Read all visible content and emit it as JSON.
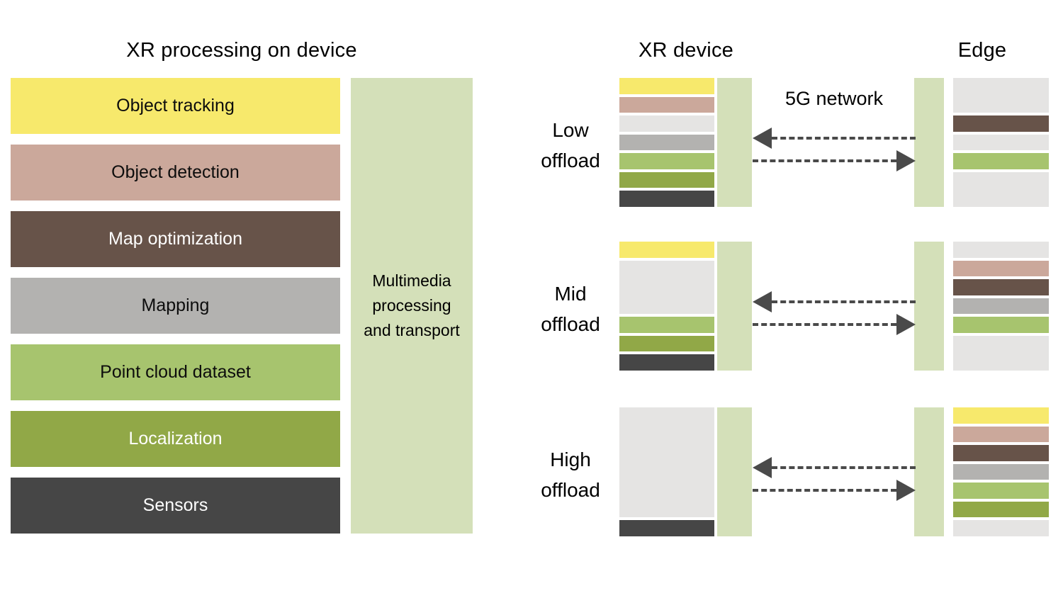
{
  "left_panel": {
    "title": "XR processing on device",
    "tasks": [
      {
        "id": "object-tracking",
        "label": "Object tracking",
        "color": "#F7E96C",
        "text_color": "#0d0d0d"
      },
      {
        "id": "object-detection",
        "label": "Object detection",
        "color": "#CBA89B",
        "text_color": "#0d0d0d"
      },
      {
        "id": "map-optimization",
        "label": "Map optimization",
        "color": "#675349",
        "text_color": "#ffffff"
      },
      {
        "id": "mapping",
        "label": "Mapping",
        "color": "#B3B2B0",
        "text_color": "#0d0d0d"
      },
      {
        "id": "point-cloud-dataset",
        "label": "Point cloud dataset",
        "color": "#A7C46E",
        "text_color": "#0d0d0d"
      },
      {
        "id": "localization",
        "label": "Localization",
        "color": "#91A847",
        "text_color": "#ffffff"
      },
      {
        "id": "sensors",
        "label": "Sensors",
        "color": "#464646",
        "text_color": "#ffffff"
      }
    ],
    "multimedia_bar": {
      "label": "Multimedia processing and transport",
      "color": "#D4E0B9"
    }
  },
  "right_panel": {
    "device_title": "XR device",
    "edge_title": "Edge",
    "network_label": "5G network",
    "scenarios": [
      {
        "id": "low-offload",
        "label": "Low offload",
        "device_slots": [
          {
            "task": "object-tracking",
            "span": 1
          },
          {
            "task": "object-detection",
            "span": 1
          },
          {
            "task": null,
            "span": 1
          },
          {
            "task": "mapping",
            "span": 1
          },
          {
            "task": "point-cloud-dataset",
            "span": 1
          },
          {
            "task": "localization",
            "span": 1
          },
          {
            "task": "sensors",
            "span": 1
          }
        ],
        "edge_slots": [
          {
            "task": null,
            "span": 2
          },
          {
            "task": "map-optimization",
            "span": 1
          },
          {
            "task": null,
            "span": 1
          },
          {
            "task": "point-cloud-dataset",
            "span": 1
          },
          {
            "task": null,
            "span": 2
          }
        ]
      },
      {
        "id": "mid-offload",
        "label": "Mid offload",
        "device_slots": [
          {
            "task": "object-tracking",
            "span": 1
          },
          {
            "task": null,
            "span": 3
          },
          {
            "task": "point-cloud-dataset",
            "span": 1
          },
          {
            "task": "localization",
            "span": 1
          },
          {
            "task": "sensors",
            "span": 1
          }
        ],
        "edge_slots": [
          {
            "task": null,
            "span": 1
          },
          {
            "task": "object-detection",
            "span": 1
          },
          {
            "task": "map-optimization",
            "span": 1
          },
          {
            "task": "mapping",
            "span": 1
          },
          {
            "task": "point-cloud-dataset",
            "span": 1
          },
          {
            "task": null,
            "span": 2
          }
        ]
      },
      {
        "id": "high-offload",
        "label": "High offload",
        "device_slots": [
          {
            "task": null,
            "span": 6
          },
          {
            "task": "sensors",
            "span": 1
          }
        ],
        "edge_slots": [
          {
            "task": "object-tracking",
            "span": 1
          },
          {
            "task": "object-detection",
            "span": 1
          },
          {
            "task": "map-optimization",
            "span": 1
          },
          {
            "task": "mapping",
            "span": 1
          },
          {
            "task": "point-cloud-dataset",
            "span": 1
          },
          {
            "task": "localization",
            "span": 1
          },
          {
            "task": null,
            "span": 1
          }
        ]
      }
    ]
  },
  "palette": {
    "empty_slot": "#E5E4E3",
    "transport": "#D4E0B9",
    "arrow": "#4a4a4a",
    "background": "#ffffff"
  }
}
